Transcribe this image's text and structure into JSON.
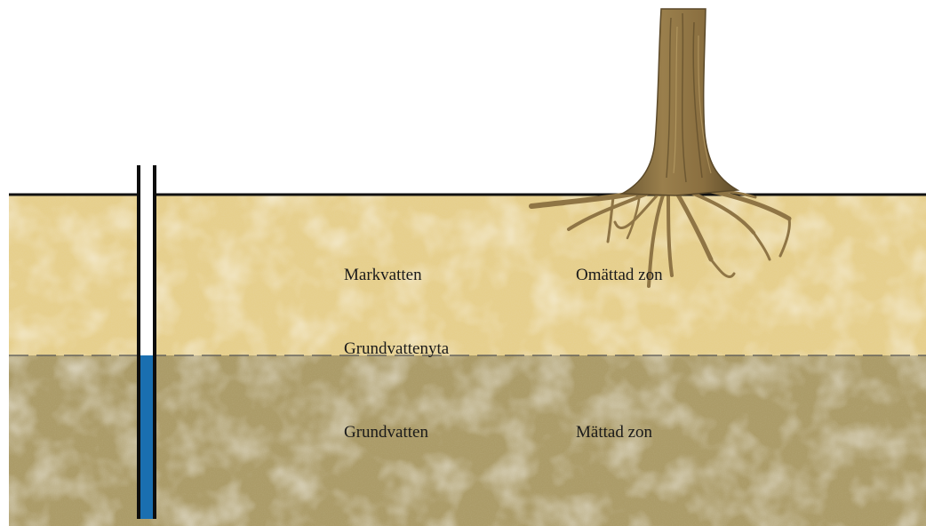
{
  "labels": {
    "soil_water": "Markvatten",
    "unsaturated_zone": "Omättad zon",
    "groundwater_table": "Grundvattenyta",
    "groundwater": "Grundvatten",
    "saturated_zone": "Mättad zon"
  },
  "colors": {
    "unsaturated_soil": "#e6cf8c",
    "saturated_soil": "#9c8a4e",
    "ground_line": "#111111",
    "well_water": "#1a6fb0",
    "tree_bark": "#8f7545",
    "tree_bark_dark": "#6e5a34"
  },
  "icons": {
    "well": "observation-well-icon",
    "tree": "tree-icon"
  }
}
